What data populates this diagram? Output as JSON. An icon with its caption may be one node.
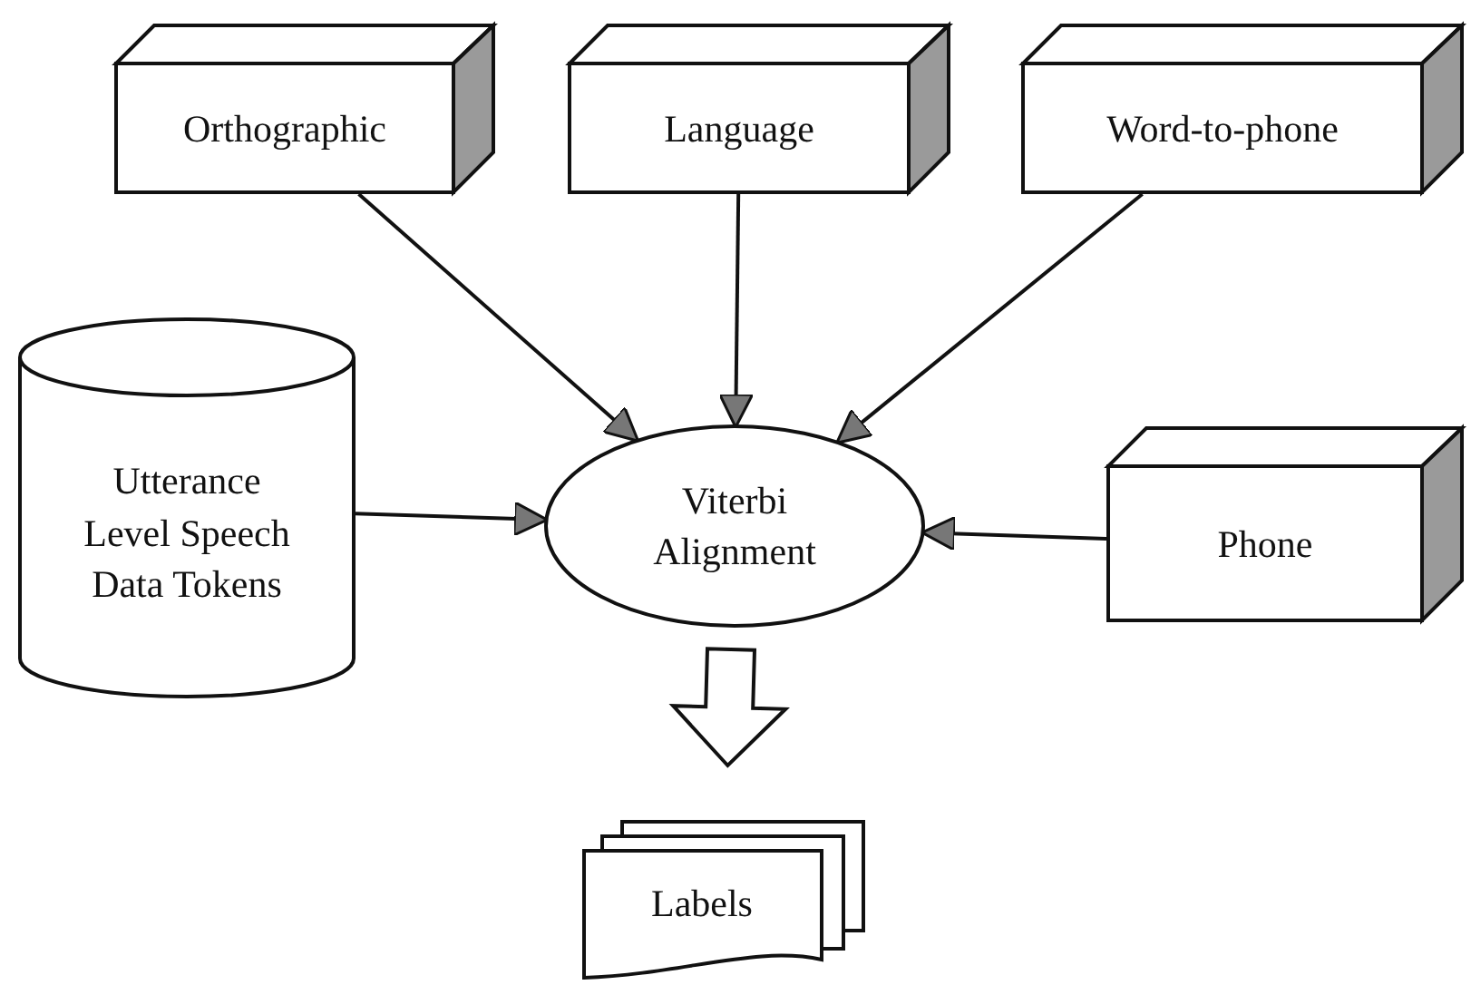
{
  "diagram": {
    "nodes": [
      {
        "text": [
          "Orthographic"
        ]
      },
      {
        "text": [
          "Language"
        ]
      },
      {
        "text": [
          "Word-to-phone"
        ]
      },
      {
        "text": [
          "Utterance Level Speech Data Tokens"
        ]
      },
      {
        "text": [
          "Viterbi Alignment"
        ]
      },
      {
        "text": [
          "Phone"
        ]
      },
      {
        "text": [
          "Labels"
        ]
      }
    ],
    "edges": [
      {
        "from": 0,
        "to": 4,
        "arrow": "to"
      },
      {
        "from": 1,
        "to": 4,
        "arrow": "to"
      },
      {
        "from": 2,
        "to": 4,
        "arrow": "to"
      },
      {
        "from": 3,
        "to": 4,
        "arrow": "to"
      },
      {
        "from": 5,
        "to": 4,
        "arrow": "to"
      },
      {
        "from": 4,
        "to": 6,
        "arrow": "to",
        "style": "thick"
      }
    ]
  }
}
